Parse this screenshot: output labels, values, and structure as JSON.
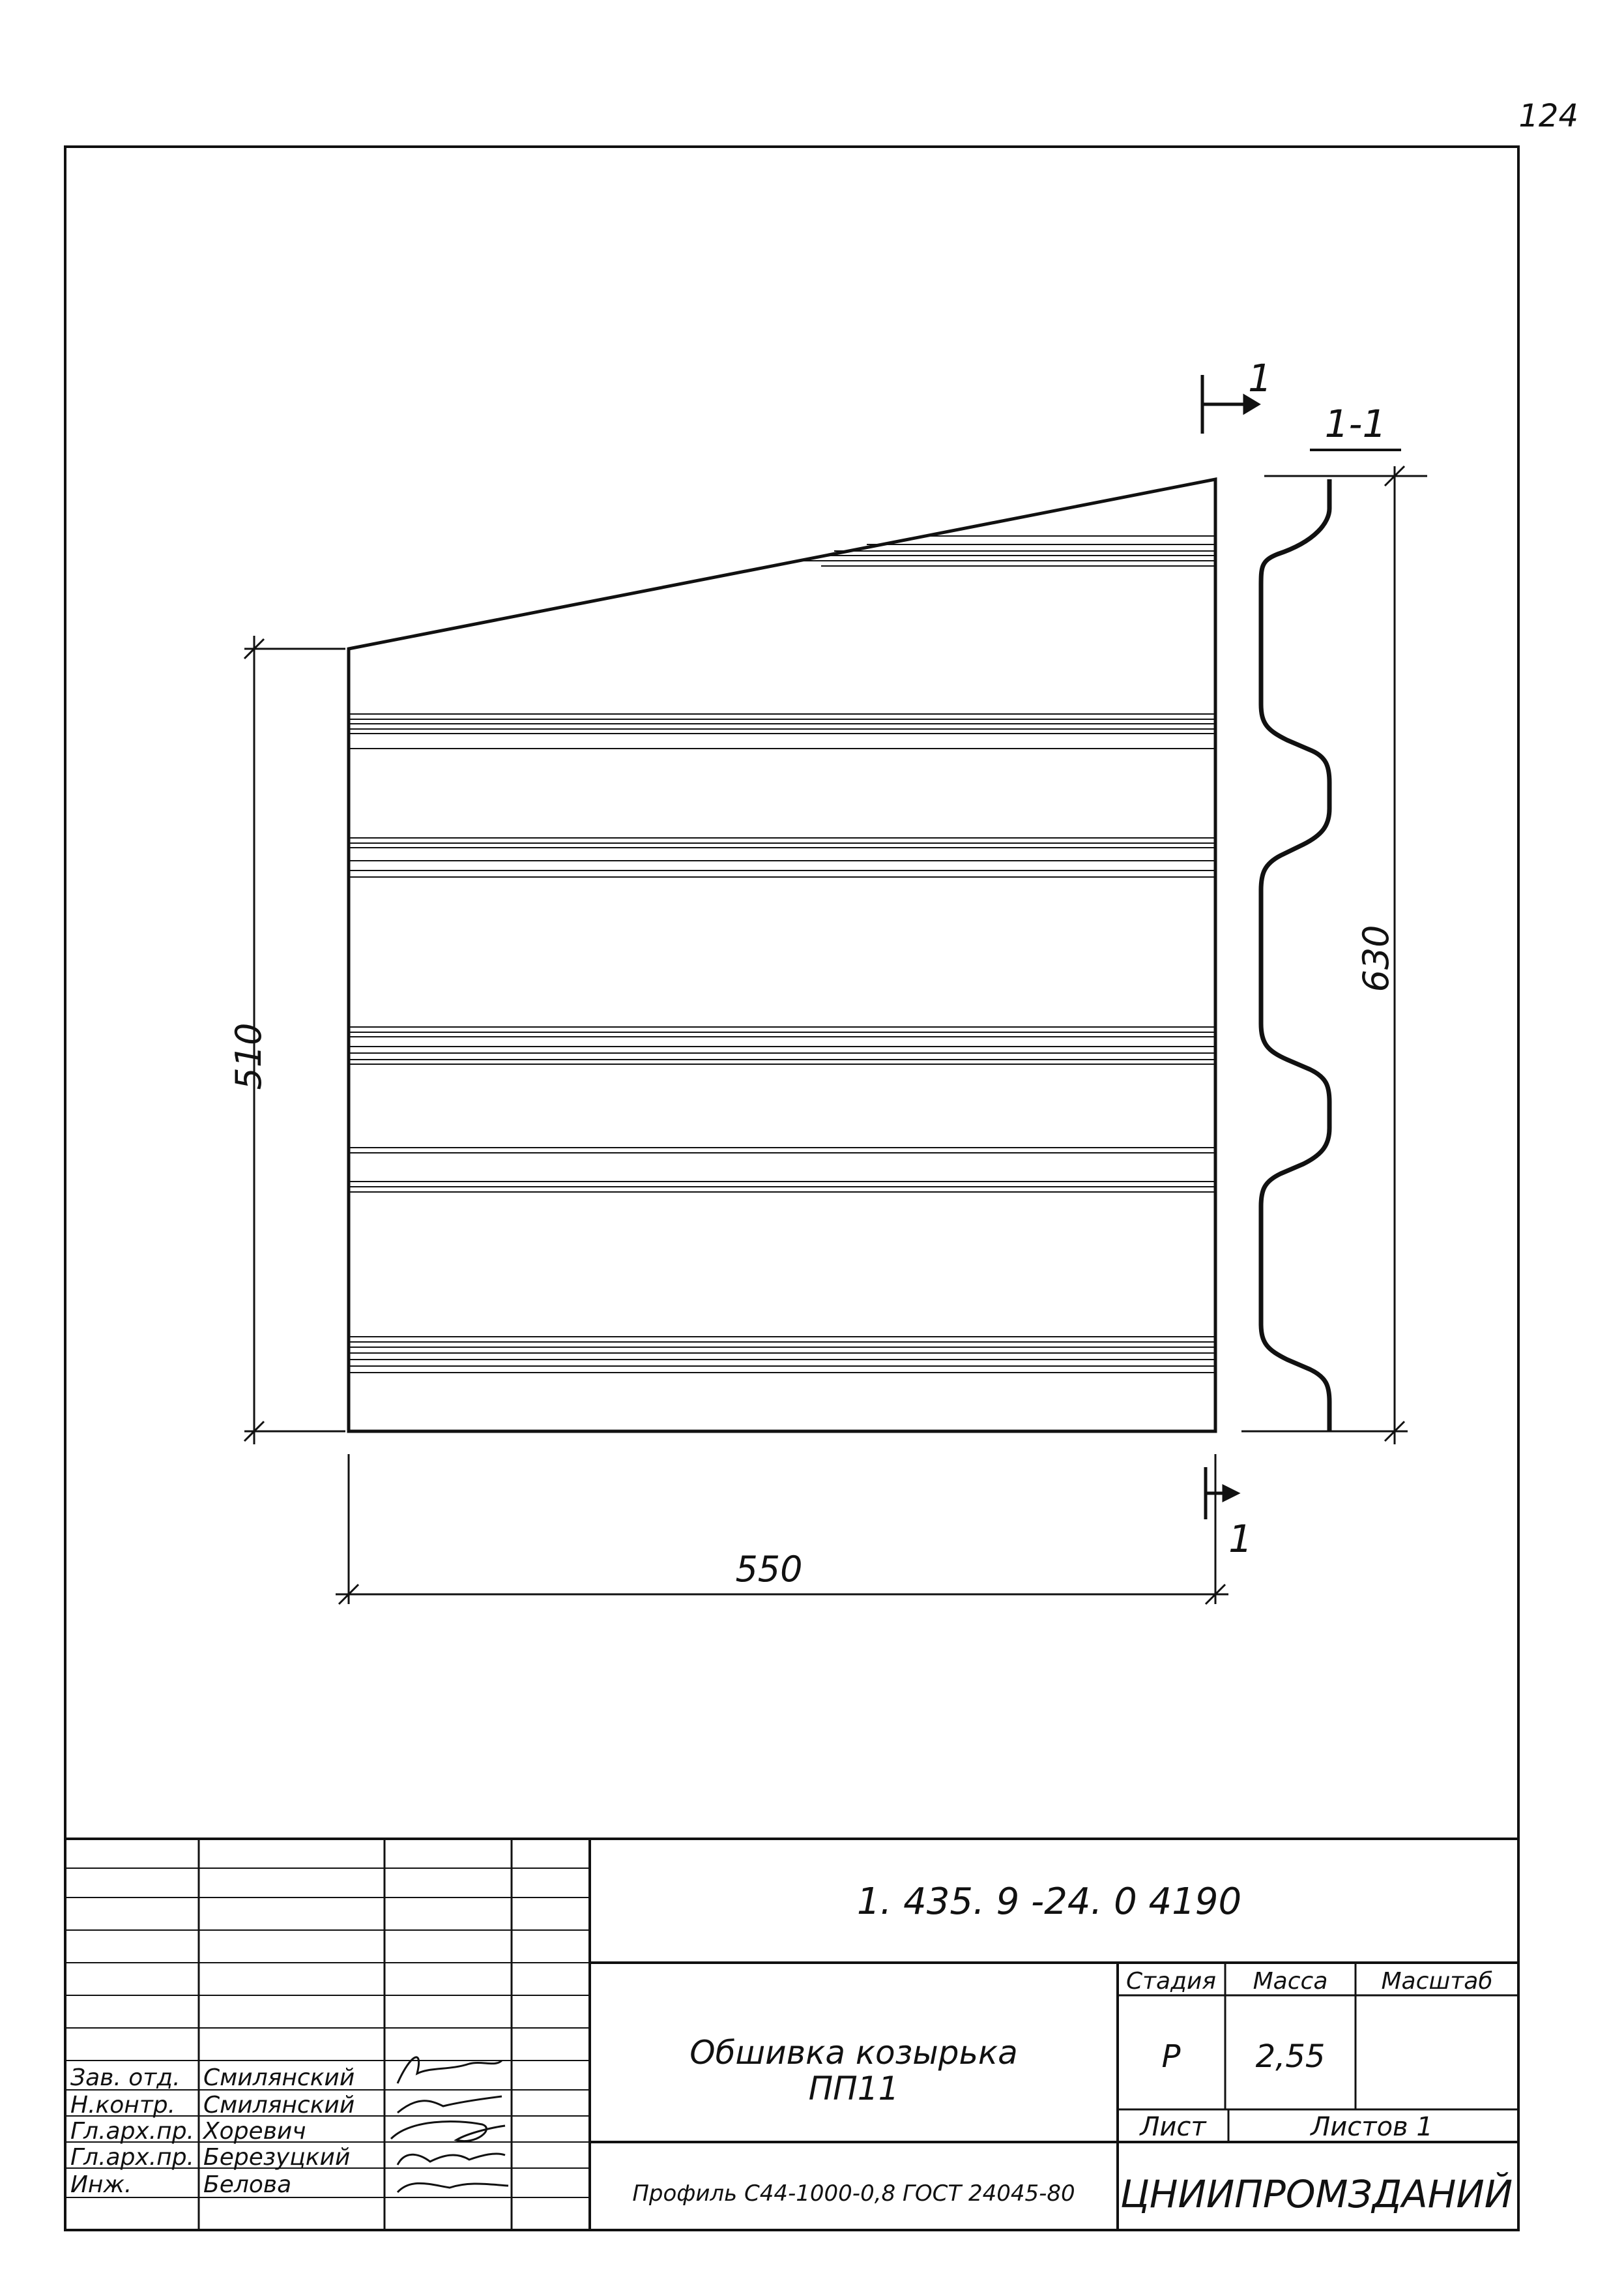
{
  "page_number": "124",
  "drawing": {
    "section_mark": "1",
    "section_title": "1-1",
    "dim_height_left": "510",
    "dim_height_profile": "630",
    "dim_width": "550"
  },
  "title_block": {
    "doc_code": "1. 435. 9 -24. 0   4190",
    "title_line1": "Обшивка козырька",
    "title_line2": "ПП11",
    "material": "Профиль С44-1000-0,8 ГОСТ 24045-80",
    "organization": "ЦНИИПРОМЗДАНИЙ",
    "headers": {
      "stage": "Стадия",
      "mass": "Масса",
      "scale": "Масштаб"
    },
    "values": {
      "stage": "Р",
      "mass": "2,55",
      "scale": ""
    },
    "sheet_label": "Лист",
    "sheets_label": "Листов 1",
    "staff": [
      {
        "role": "Зав. отд.",
        "name": "Смилянский"
      },
      {
        "role": "Н.контр.",
        "name": "Смилянский"
      },
      {
        "role": "Гл.арх.пр.",
        "name": "Хоревич"
      },
      {
        "role": "Гл.арх.пр.",
        "name": "Березуцкий"
      },
      {
        "role": "Инж.",
        "name": "Белова"
      }
    ]
  }
}
